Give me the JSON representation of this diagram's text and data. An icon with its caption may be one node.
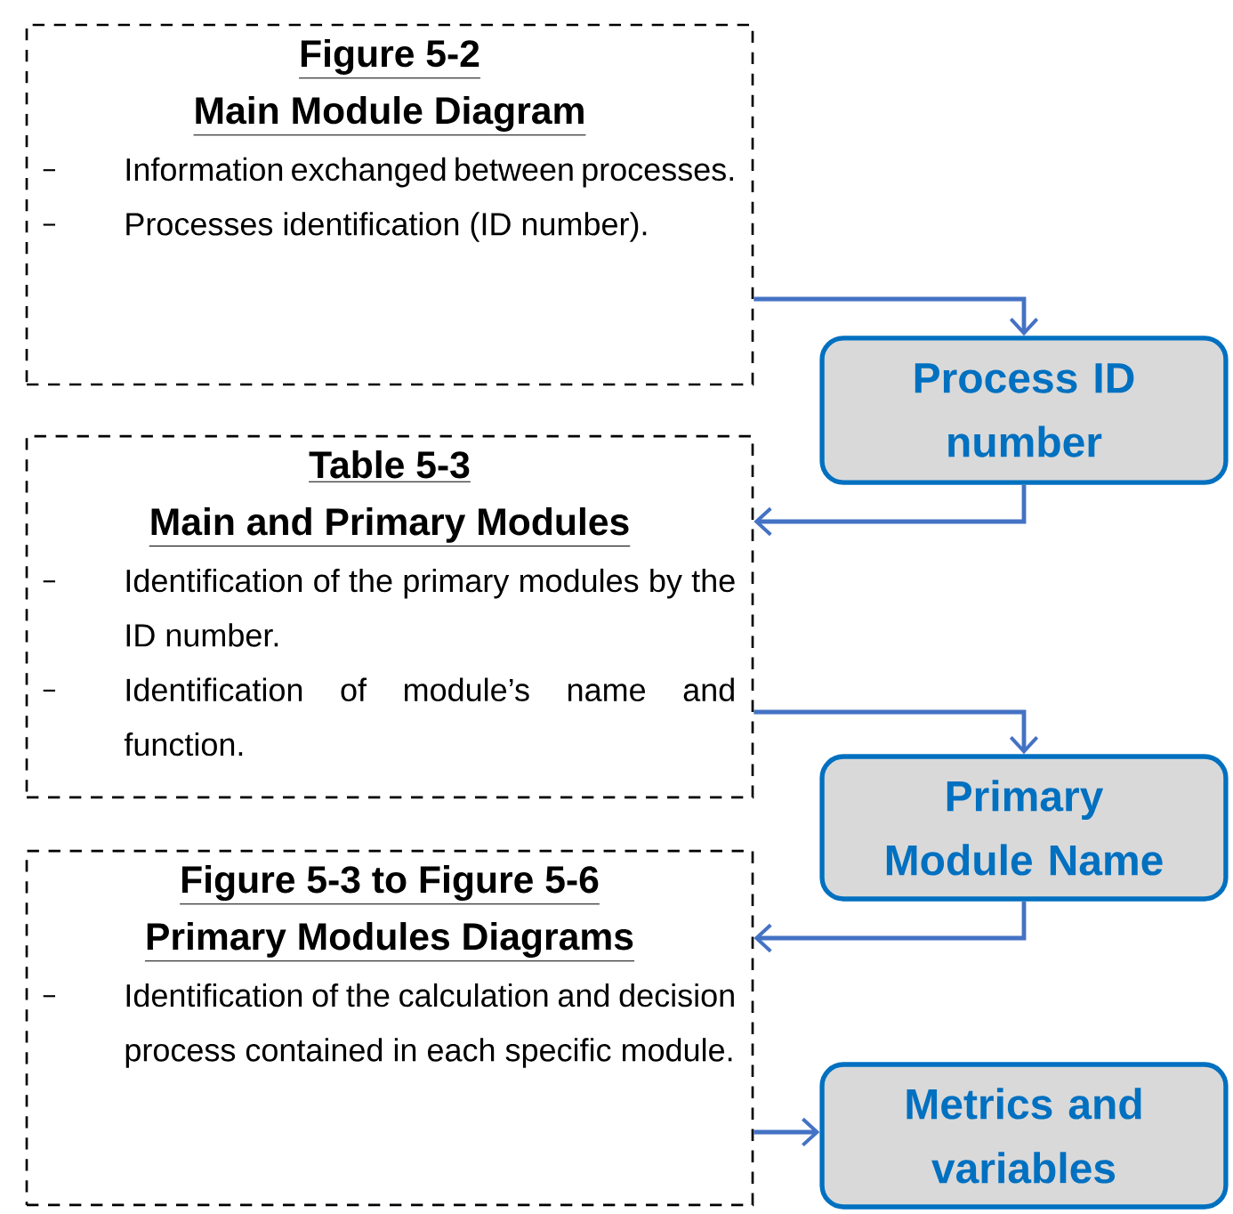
{
  "diagram": {
    "nodes": [
      {
        "text": [
          "Figure 5-2",
          "Main Module Diagram",
          "Information exchanged between processes.",
          "Processes identification (ID number)."
        ]
      },
      {
        "text": [
          "Process ID number"
        ]
      },
      {
        "text": [
          "Table 5-3",
          "Main and Primary Modules",
          "Identification of the primary modules by the ID number.",
          "Identification of module’s name and function."
        ]
      },
      {
        "text": [
          "Primary Module Name"
        ]
      },
      {
        "text": [
          "Figure 5-3 to Figure 5-6",
          "Primary Modules Diagrams",
          "Identification of the calculation and decision process contained in each specific module."
        ]
      },
      {
        "text": [
          "Metrics and variables"
        ]
      }
    ],
    "edges": [
      {
        "from": 0,
        "to": 1,
        "arrow": "to"
      },
      {
        "from": 1,
        "to": 2,
        "arrow": "to"
      },
      {
        "from": 2,
        "to": 3,
        "arrow": "to"
      },
      {
        "from": 3,
        "to": 4,
        "arrow": "to"
      },
      {
        "from": 4,
        "to": 5,
        "arrow": "to"
      }
    ]
  }
}
